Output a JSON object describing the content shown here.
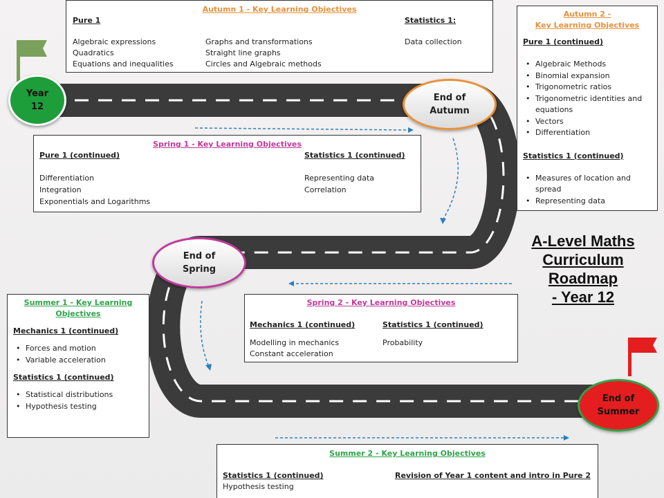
{
  "title": [
    "A-Level Maths",
    "Curriculum",
    "Roadmap",
    "- Year 12"
  ],
  "markers": {
    "start": [
      "Year",
      "12"
    ],
    "autumn_end": [
      "End of",
      "Autumn"
    ],
    "spring_end": [
      "End of",
      "Spring"
    ],
    "summer_end": [
      "End of",
      "Summer"
    ]
  },
  "colors": {
    "road": "#3b3b3b",
    "autumn": "#e8913a",
    "spring": "#c0399b",
    "summer": "#2fa34a",
    "start_oval": "#1e9e3a",
    "summer_oval": "#e41e1e",
    "arrows": "#2a7fc0"
  },
  "autumn1": {
    "title": "Autumn 1 - Key Learning Objectives",
    "pure_heading": "Pure 1",
    "stats_heading": "Statistics 1:",
    "col1": [
      "Algebraic expressions",
      "Quadratics",
      "Equations and inequalities"
    ],
    "col2": [
      "Graphs and transformations",
      "Straight line graphs",
      "Circles and Algebraic methods"
    ],
    "col3": [
      "Data collection"
    ]
  },
  "autumn2": {
    "title_line1": "Autumn 2 -",
    "title_line2": "Key Learning Objectives",
    "pure_heading": "Pure 1 (continued)",
    "pure_items": [
      "Algebraic Methods",
      "Binomial expansion",
      "Trigonometric ratios",
      "Trigonometric identities and equations",
      "Vectors",
      "Differentiation"
    ],
    "stats_heading": "Statistics 1 (continued)",
    "stats_items": [
      "Measures of location and spread",
      "Representing data"
    ]
  },
  "spring1": {
    "title": "Spring 1 - Key Learning Objectives",
    "pure_heading": "Pure 1 (continued)",
    "pure_items": [
      "Differentiation",
      "Integration",
      "Exponentials and Logarithms"
    ],
    "stats_heading": "Statistics 1 (continued)",
    "stats_items": [
      "Representing data",
      "Correlation"
    ]
  },
  "spring2": {
    "title": "Spring 2 - Key Learning Objectives",
    "mech_heading": "Mechanics 1 (continued)",
    "mech_items": [
      "Modelling in mechanics",
      "Constant acceleration"
    ],
    "stats_heading": "Statistics 1 (continued)",
    "stats_items": [
      "Probability"
    ]
  },
  "summer1": {
    "title_line1": "Summer 1 - Key Learning",
    "title_line2": "Objectives",
    "mech_heading": "Mechanics 1 (continued)",
    "mech_items": [
      "Forces and motion",
      "Variable acceleration"
    ],
    "stats_heading": "Statistics 1 (continued)",
    "stats_items": [
      "Statistical distributions",
      "Hypothesis testing"
    ]
  },
  "summer2": {
    "title": "Summer 2 - Key Learning Objectives",
    "stats_heading": "Statistics 1 (continued)",
    "stats_items": [
      "Hypothesis testing"
    ],
    "revision_heading": "Revision of Year 1 content and intro in Pure 2"
  }
}
